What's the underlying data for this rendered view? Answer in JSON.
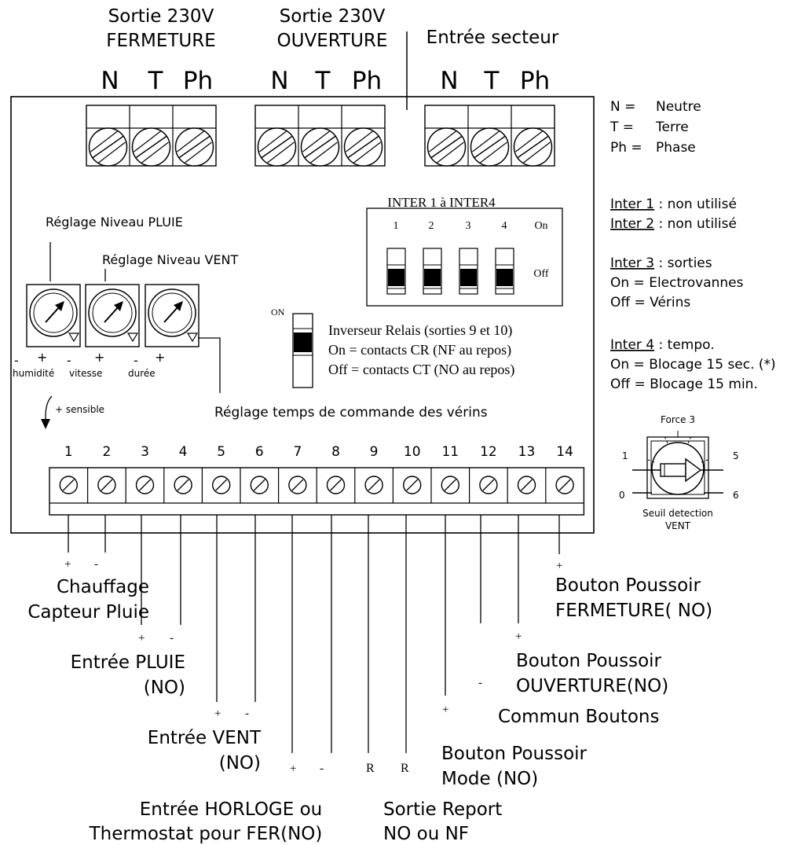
{
  "top": {
    "group_fermeture": {
      "line1": "Sortie 230V",
      "line2": "FERMETURE"
    },
    "group_ouverture": {
      "line1": "Sortie 230V",
      "line2": "OUVERTURE"
    },
    "group_secteur": {
      "line1": "Entrée secteur"
    },
    "terminal_letters": [
      "N",
      "T",
      "Ph"
    ]
  },
  "legend_nt": [
    {
      "key": "N =",
      "value": "Neutre"
    },
    {
      "key": "T =",
      "value": "Terre"
    },
    {
      "key": "Ph =",
      "value": "Phase"
    }
  ],
  "inter_notes": {
    "inter1": {
      "label": "Inter 1",
      "text": " : non utilisé"
    },
    "inter2": {
      "label": "Inter 2",
      "text": " : non utilisé"
    },
    "inter3": {
      "label": "Inter 3",
      "text": " : sorties",
      "on": "On = Electrovannes",
      "off": "Off = Vérins"
    },
    "inter4": {
      "label": "Inter 4",
      "text": " : tempo.",
      "on": "On = Blocage 15 sec. (*)",
      "off": "Off = Blocage 15 min."
    }
  },
  "dip": {
    "title": "INTER 1 à INTER4",
    "numbers": [
      "1",
      "2",
      "3",
      "4"
    ],
    "on_label": "On",
    "off_label": "Off"
  },
  "adjust": {
    "pluie_label": "Réglage Niveau PLUIE",
    "vent_label": "Réglage Niveau VENT",
    "pot_captions": [
      "humidité",
      "vitesse",
      "durée"
    ],
    "minus": "-",
    "plus": "+",
    "sensible": "+ sensible",
    "temps_label": "Réglage temps de commande des vérins"
  },
  "relay": {
    "on_mark": "ON",
    "line1": "Inverseur Relais (sorties 9 et 10)",
    "line2": "On = contacts CR (NF au repos)",
    "line3": "Off = contacts CT (NO au repos)"
  },
  "terminals": [
    "1",
    "2",
    "3",
    "4",
    "5",
    "6",
    "7",
    "8",
    "9",
    "10",
    "11",
    "12",
    "13",
    "14"
  ],
  "wind_dial": {
    "title": "Force 3",
    "marks": [
      "1",
      "5",
      "0",
      "6"
    ],
    "caption1": "Seuil detection",
    "caption2": "VENT"
  },
  "wires": {
    "chauffage": {
      "line1": "Chauffage",
      "line2": "Capteur Pluie",
      "plus": "+",
      "minus": "-"
    },
    "pluie": {
      "line1": "Entrée PLUIE",
      "line2": "(NO)",
      "plus": "+",
      "minus": "-"
    },
    "vent": {
      "line1": "Entrée VENT",
      "line2": "(NO)",
      "plus": "+",
      "minus": "-"
    },
    "horloge": {
      "line1": "Entrée HORLOGE ou",
      "line2": "Thermostat pour FER(NO)",
      "plus": "+",
      "minus": "-"
    },
    "report": {
      "line1": "Sortie Report",
      "line2": "NO ou NF",
      "r1": "R",
      "r2": "R"
    },
    "mode": {
      "line1": "Bouton Poussoir",
      "line2": "Mode (NO)",
      "plus": "+"
    },
    "commun": {
      "line1": "Commun Boutons",
      "minus": "-"
    },
    "ouverture": {
      "line1": "Bouton Poussoir",
      "line2": "OUVERTURE(NO)",
      "plus": "+"
    },
    "fermeture": {
      "line1": "Bouton Poussoir",
      "line2": "FERMETURE( NO)",
      "plus": "+"
    }
  }
}
